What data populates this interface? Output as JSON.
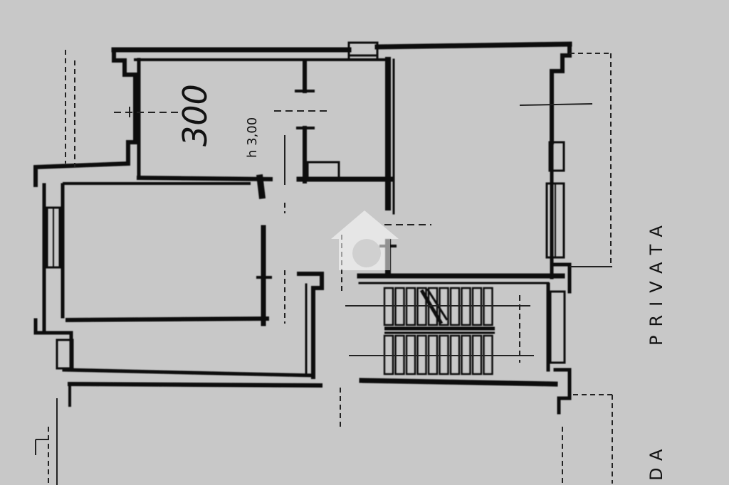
{
  "plan": {
    "room_number": "300",
    "ceiling_height": "h 3,00",
    "side_label": "PRIVATA",
    "bottom_partial_label": "DA"
  },
  "colors": {
    "background": "#c8c8c8",
    "ink": "#111111",
    "watermark": "#ffffff"
  }
}
